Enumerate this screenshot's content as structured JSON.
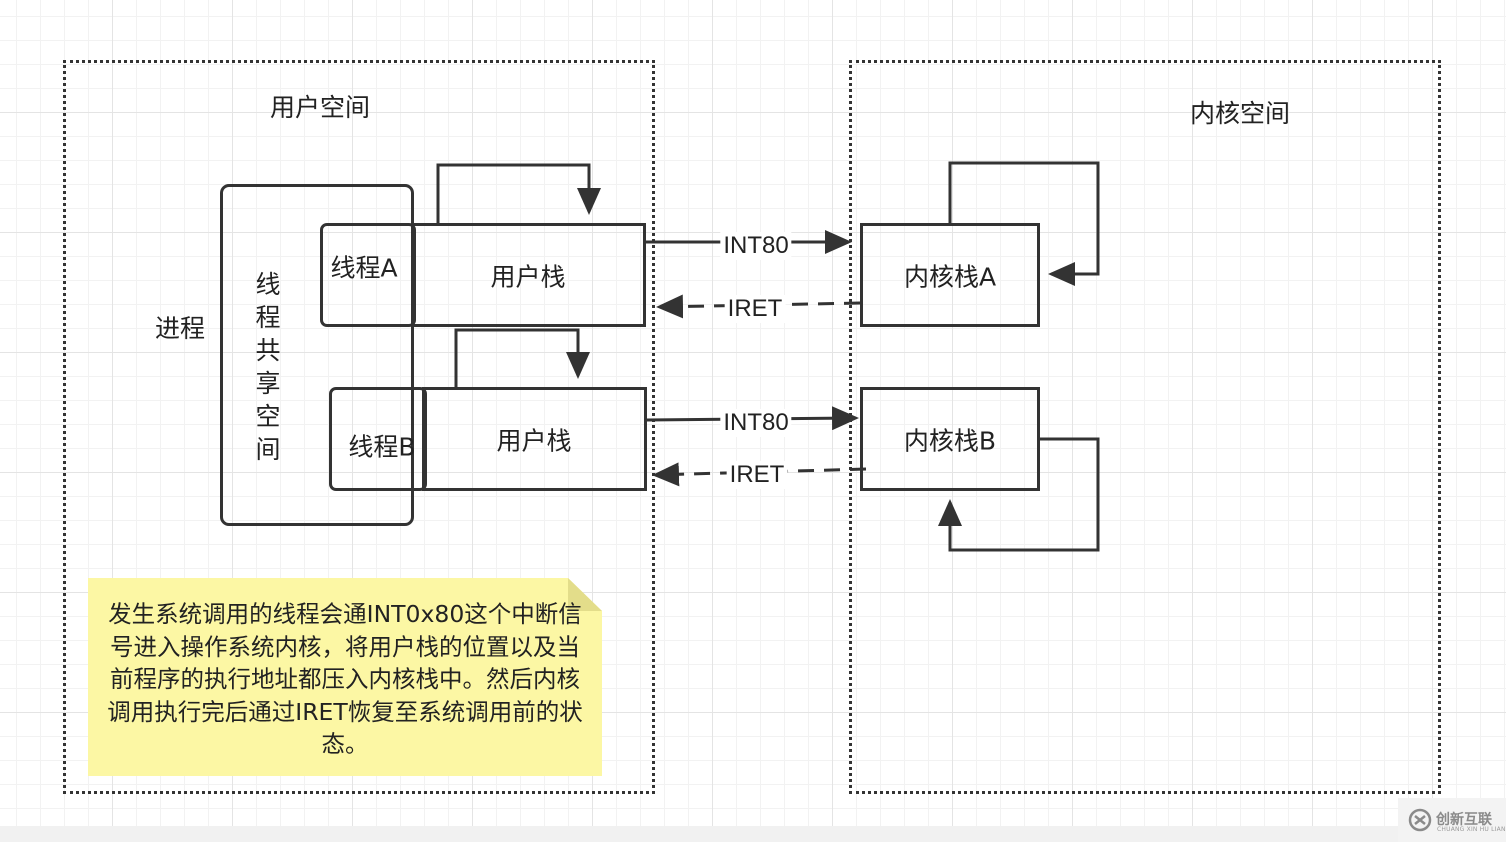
{
  "diagram": {
    "user_space": {
      "title": "用户空间",
      "process_label": "进程",
      "shared_space_label": "线程共享空间",
      "thread_a": {
        "label": "线程A",
        "stack_label": "用户栈"
      },
      "thread_b": {
        "label": "线程B",
        "stack_label": "用户栈"
      }
    },
    "kernel_space": {
      "title": "内核空间",
      "stack_a_label": "内核栈A",
      "stack_b_label": "内核栈B"
    },
    "arrows": {
      "a_int": "INT80",
      "a_iret": "IRET",
      "b_int": "INT80",
      "b_iret": "IRET"
    },
    "note": {
      "text": "发生系统调用的线程会通INT0x80这个中断信号进入操作系统内核，将用户栈的位置以及当前程序的执行地址都压入内核栈中。然后内核调用执行完后通过IRET恢复至系统调用前的状态。",
      "fill_color": "#fcf7a4"
    },
    "line_color": "#333333"
  },
  "watermark": {
    "name": "创新互联",
    "sub": "CHUANG XIN HU LIAN"
  }
}
